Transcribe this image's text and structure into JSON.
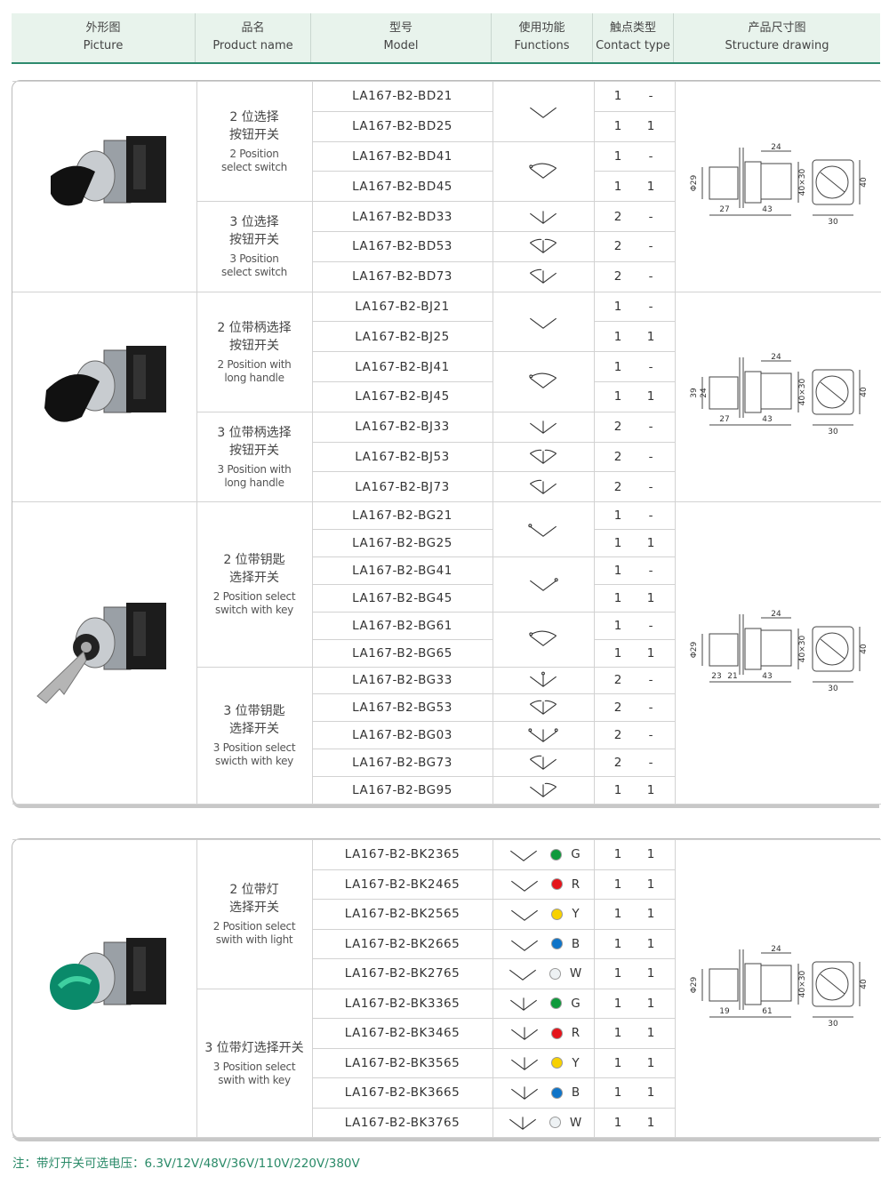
{
  "header": [
    {
      "cn": "外形图",
      "en": "Picture"
    },
    {
      "cn": "品名",
      "en": "Product name"
    },
    {
      "cn": "型号",
      "en": "Model"
    },
    {
      "cn": "使用功能",
      "en": "Functions"
    },
    {
      "cn": "触点类型",
      "en": "Contact type"
    },
    {
      "cn": "产品尺寸图",
      "en": "Structure drawing"
    }
  ],
  "blocks": [
    {
      "sections": [
        {
          "picture": "black-knob-selector-switch",
          "drawing": {
            "left": "Φ29",
            "bottom": [
              "27",
              "43"
            ],
            "top": "24",
            "body": "40×30",
            "width": "30",
            "height": "40"
          },
          "groups": [
            {
              "cn": [
                "2 位选择",
                "按钮开关"
              ],
              "en": [
                "2 Position",
                "select switch"
              ],
              "rows": [
                {
                  "model": "LA167-B2-BD21",
                  "c": [
                    "1",
                    "-"
                  ]
                },
                {
                  "model": "LA167-B2-BD25",
                  "c": [
                    "1",
                    "1"
                  ]
                },
                {
                  "model": "LA167-B2-BD41",
                  "c": [
                    "1",
                    "-"
                  ]
                },
                {
                  "model": "LA167-B2-BD45",
                  "c": [
                    "1",
                    "1"
                  ]
                }
              ]
            },
            {
              "cn": [
                "3 位选择",
                "按钮开关"
              ],
              "en": [
                "3 Position",
                "select switch"
              ],
              "rows": [
                {
                  "model": "LA167-B2-BD33",
                  "c": [
                    "2",
                    "-"
                  ]
                },
                {
                  "model": "LA167-B2-BD53",
                  "c": [
                    "2",
                    "-"
                  ]
                },
                {
                  "model": "LA167-B2-BD73",
                  "c": [
                    "2",
                    "-"
                  ]
                }
              ]
            }
          ],
          "functions": [
            {
              "symbol": "v",
              "span": 2
            },
            {
              "symbol": "v-return-arc",
              "span": 2
            },
            {
              "symbol": "v3",
              "span": 1
            },
            {
              "symbol": "v3-return-both",
              "span": 1
            },
            {
              "symbol": "v3-return-left",
              "span": 1
            }
          ]
        },
        {
          "picture": "long-handle-selector-switch",
          "drawing": {
            "left": "39",
            "left2": "24",
            "bottom": [
              "27",
              "43"
            ],
            "top": "24",
            "body": "40×30",
            "width": "30",
            "height": "40"
          },
          "groups": [
            {
              "cn": [
                "2 位带柄选择",
                "按钮开关"
              ],
              "en": [
                "2 Position with",
                "long handle"
              ],
              "rows": [
                {
                  "model": "LA167-B2-BJ21",
                  "c": [
                    "1",
                    "-"
                  ]
                },
                {
                  "model": "LA167-B2-BJ25",
                  "c": [
                    "1",
                    "1"
                  ]
                },
                {
                  "model": "LA167-B2-BJ41",
                  "c": [
                    "1",
                    "-"
                  ]
                },
                {
                  "model": "LA167-B2-BJ45",
                  "c": [
                    "1",
                    "1"
                  ]
                }
              ]
            },
            {
              "cn": [
                "3 位带柄选择",
                "按钮开关"
              ],
              "en": [
                "3 Position with",
                "long handle"
              ],
              "rows": [
                {
                  "model": "LA167-B2-BJ33",
                  "c": [
                    "2",
                    "-"
                  ]
                },
                {
                  "model": "LA167-B2-BJ53",
                  "c": [
                    "2",
                    "-"
                  ]
                },
                {
                  "model": "LA167-B2-BJ73",
                  "c": [
                    "2",
                    "-"
                  ]
                }
              ]
            }
          ],
          "functions": [
            {
              "symbol": "v",
              "span": 2
            },
            {
              "symbol": "v-return-arc",
              "span": 2
            },
            {
              "symbol": "v3",
              "span": 1
            },
            {
              "symbol": "v3-return-both",
              "span": 1
            },
            {
              "symbol": "v3-return-left",
              "span": 1
            }
          ]
        },
        {
          "picture": "key-selector-switch",
          "drawing": {
            "left": "Φ29",
            "bottom": [
              "23",
              "21",
              "43"
            ],
            "top": "24",
            "body": "40×30",
            "width": "30",
            "height": "40"
          },
          "groups": [
            {
              "cn": [
                "2 位带钥匙",
                "选择开关"
              ],
              "en": [
                "2 Position select",
                "switch with key"
              ],
              "rows": [
                {
                  "model": "LA167-B2-BG21",
                  "c": [
                    "1",
                    "-"
                  ]
                },
                {
                  "model": "LA167-B2-BG25",
                  "c": [
                    "1",
                    "1"
                  ]
                },
                {
                  "model": "LA167-B2-BG41",
                  "c": [
                    "1",
                    "-"
                  ]
                },
                {
                  "model": "LA167-B2-BG45",
                  "c": [
                    "1",
                    "1"
                  ]
                },
                {
                  "model": "LA167-B2-BG61",
                  "c": [
                    "1",
                    "-"
                  ]
                },
                {
                  "model": "LA167-B2-BG65",
                  "c": [
                    "1",
                    "1"
                  ]
                }
              ]
            },
            {
              "cn": [
                "3 位带钥匙",
                "选择开关"
              ],
              "en": [
                "3 Position select",
                "swicth with key"
              ],
              "rows": [
                {
                  "model": "LA167-B2-BG33",
                  "c": [
                    "2",
                    "-"
                  ]
                },
                {
                  "model": "LA167-B2-BG53",
                  "c": [
                    "2",
                    "-"
                  ]
                },
                {
                  "model": "LA167-B2-BG03",
                  "c": [
                    "2",
                    "-"
                  ]
                },
                {
                  "model": "LA167-B2-BG73",
                  "c": [
                    "2",
                    "-"
                  ]
                },
                {
                  "model": "LA167-B2-BG95",
                  "c": [
                    "1",
                    "1"
                  ]
                }
              ]
            }
          ],
          "functions": [
            {
              "symbol": "v-key-left",
              "span": 2
            },
            {
              "symbol": "v-key-right",
              "span": 2
            },
            {
              "symbol": "v-return-arc",
              "span": 2
            },
            {
              "symbol": "v3-key",
              "span": 1
            },
            {
              "symbol": "v3-return-both",
              "span": 1
            },
            {
              "symbol": "v3-key-both",
              "span": 1
            },
            {
              "symbol": "v3-return-left",
              "span": 1
            },
            {
              "symbol": "v3-return-right",
              "span": 1
            }
          ]
        }
      ]
    },
    {
      "sections": [
        {
          "picture": "illuminated-green-selector-switch",
          "drawing": {
            "left": "Φ29",
            "bottom": [
              "19",
              "61"
            ],
            "top": "24",
            "body": "40×30",
            "width": "30",
            "height": "40"
          },
          "groups": [
            {
              "cn": [
                "2 位带灯",
                "选择开关"
              ],
              "en": [
                "2 Position select",
                "swith with light"
              ],
              "rows": [
                {
                  "model": "LA167-B2-BK2365",
                  "c": [
                    "1",
                    "1"
                  ]
                },
                {
                  "model": "LA167-B2-BK2465",
                  "c": [
                    "1",
                    "1"
                  ]
                },
                {
                  "model": "LA167-B2-BK2565",
                  "c": [
                    "1",
                    "1"
                  ]
                },
                {
                  "model": "LA167-B2-BK2665",
                  "c": [
                    "1",
                    "1"
                  ]
                },
                {
                  "model": "LA167-B2-BK2765",
                  "c": [
                    "1",
                    "1"
                  ]
                }
              ]
            },
            {
              "cn": [
                "3 位带灯选择开关"
              ],
              "en": [
                "3 Position select",
                "swith with key"
              ],
              "rows": [
                {
                  "model": "LA167-B2-BK3365",
                  "c": [
                    "1",
                    "1"
                  ]
                },
                {
                  "model": "LA167-B2-BK3465",
                  "c": [
                    "1",
                    "1"
                  ]
                },
                {
                  "model": "LA167-B2-BK3565",
                  "c": [
                    "1",
                    "1"
                  ]
                },
                {
                  "model": "LA167-B2-BK3665",
                  "c": [
                    "1",
                    "1"
                  ]
                },
                {
                  "model": "LA167-B2-BK3765",
                  "c": [
                    "1",
                    "1"
                  ]
                }
              ]
            }
          ],
          "functions": [
            {
              "symbol": "v",
              "span": 1,
              "light": "G",
              "color": "#0f9a3c"
            },
            {
              "symbol": "v",
              "span": 1,
              "light": "R",
              "color": "#e5141b"
            },
            {
              "symbol": "v",
              "span": 1,
              "light": "Y",
              "color": "#f7d100"
            },
            {
              "symbol": "v",
              "span": 1,
              "light": "B",
              "color": "#0f74c8"
            },
            {
              "symbol": "v",
              "span": 1,
              "light": "W",
              "color": "#eef2f4"
            },
            {
              "symbol": "v3",
              "span": 1,
              "light": "G",
              "color": "#0f9a3c"
            },
            {
              "symbol": "v3",
              "span": 1,
              "light": "R",
              "color": "#e5141b"
            },
            {
              "symbol": "v3",
              "span": 1,
              "light": "Y",
              "color": "#f7d100"
            },
            {
              "symbol": "v3",
              "span": 1,
              "light": "B",
              "color": "#0f74c8"
            },
            {
              "symbol": "v3",
              "span": 1,
              "light": "W",
              "color": "#eef2f4"
            }
          ]
        }
      ]
    }
  ],
  "note": "注：带灯开关可选电压：6.3V/12V/48V/36V/110V/220V/380V",
  "colors": {
    "accent": "#2e8b6e",
    "header_bg": "#e8f3ec"
  }
}
